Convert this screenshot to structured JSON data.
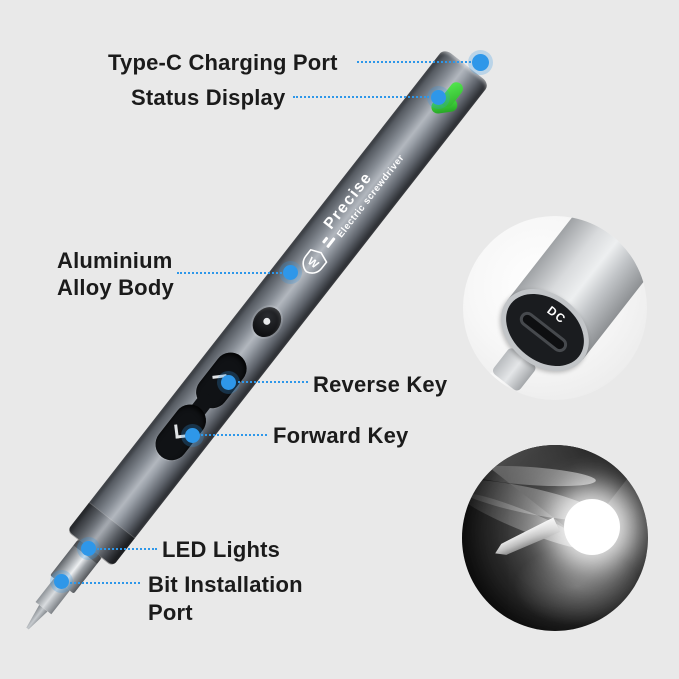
{
  "scene": {
    "background_color": "#e9e9e9",
    "accent_blue": "#2e97e9",
    "label_text_color": "#1b1b1b",
    "status_led_color": "#3ed13b"
  },
  "callouts": {
    "type_c": "Type-C Charging Port",
    "status": "Status Display",
    "body": "Aluminium\nAlloy Body",
    "reverse": "Reverse Key",
    "forward": "Forward Key",
    "led": "LED Lights",
    "bit": "Bit Installation\nPort"
  },
  "device": {
    "brand_name": "Precise",
    "brand_subtitle": "Electric screwdriver",
    "logo_icon": "shield-logo-icon",
    "reverse_key_icon": "chevron-up",
    "forward_key_icon": "chevron-down"
  },
  "insets": {
    "charging_closeup": {
      "port_label": "DC"
    }
  },
  "icons": {
    "marker": "callout-dot"
  }
}
